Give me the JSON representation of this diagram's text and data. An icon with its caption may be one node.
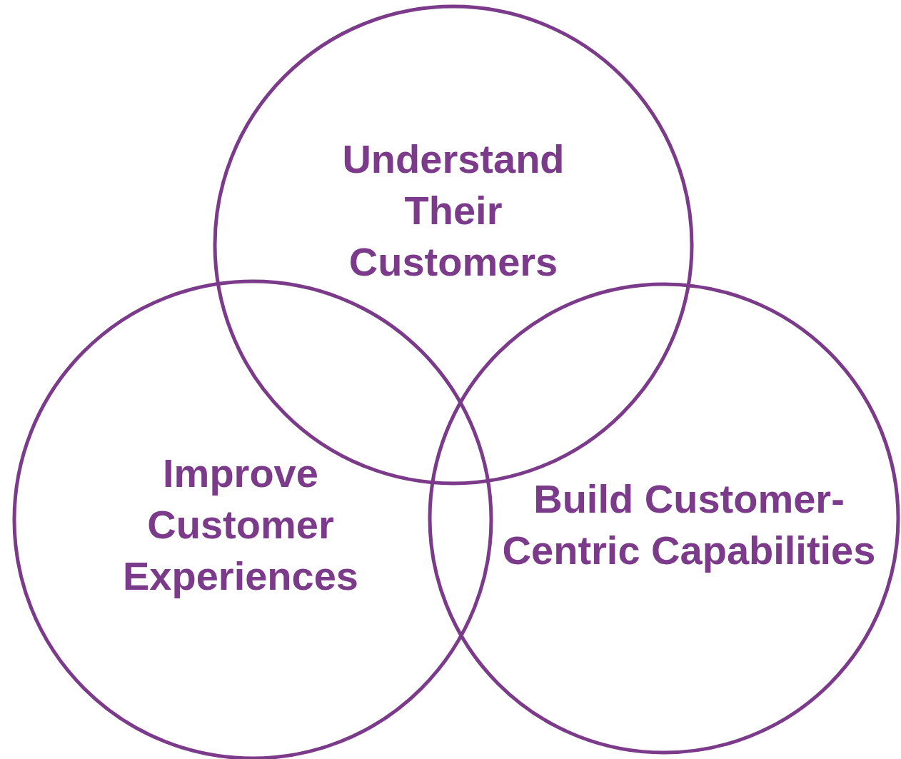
{
  "diagram": {
    "nodes": [
      {
        "text": [
          "Understand Their Customers"
        ]
      },
      {
        "text": [
          "Improve Customer Experiences"
        ]
      },
      {
        "text": [
          "Build Customer-Centric Capabilities"
        ]
      }
    ],
    "edges": []
  }
}
